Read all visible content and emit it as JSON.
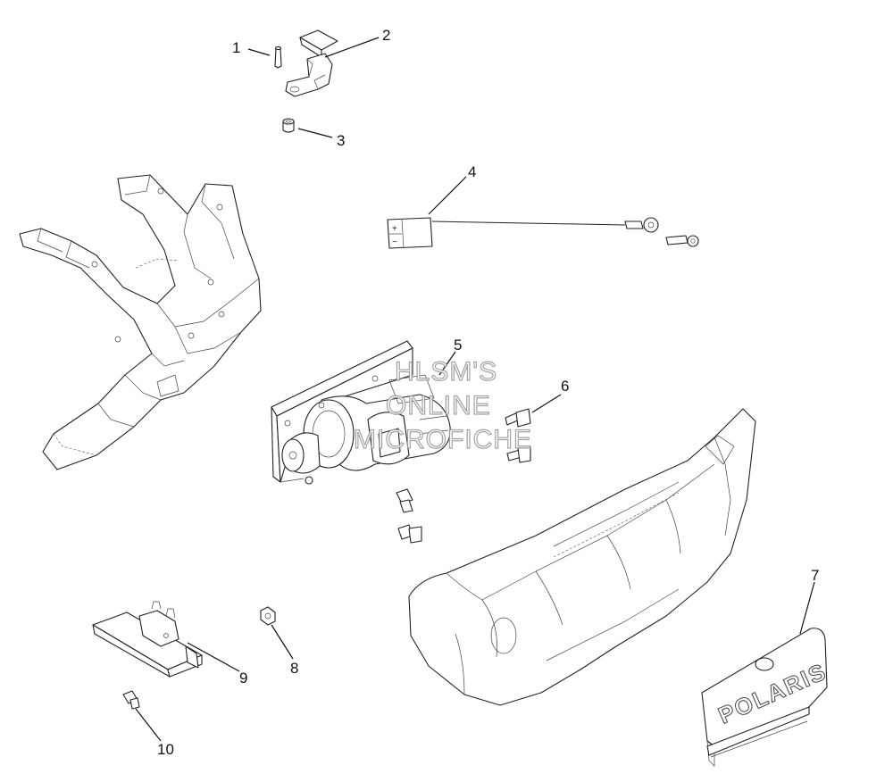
{
  "callouts": [
    {
      "id": "1",
      "label": "1"
    },
    {
      "id": "2",
      "label": "2"
    },
    {
      "id": "3",
      "label": "3"
    },
    {
      "id": "4",
      "label": "4"
    },
    {
      "id": "5",
      "label": "5"
    },
    {
      "id": "6",
      "label": "6"
    },
    {
      "id": "7",
      "label": "7"
    },
    {
      "id": "8",
      "label": "8"
    },
    {
      "id": "9",
      "label": "9"
    },
    {
      "id": "10",
      "label": "10"
    }
  ],
  "watermark": {
    "line1": "HLSM'S",
    "line2": "ONLINE",
    "line3": "MICROFICHE"
  },
  "nameplate_text": "POLARIS",
  "connector_labels": {
    "plus": "+",
    "minus": "−"
  }
}
